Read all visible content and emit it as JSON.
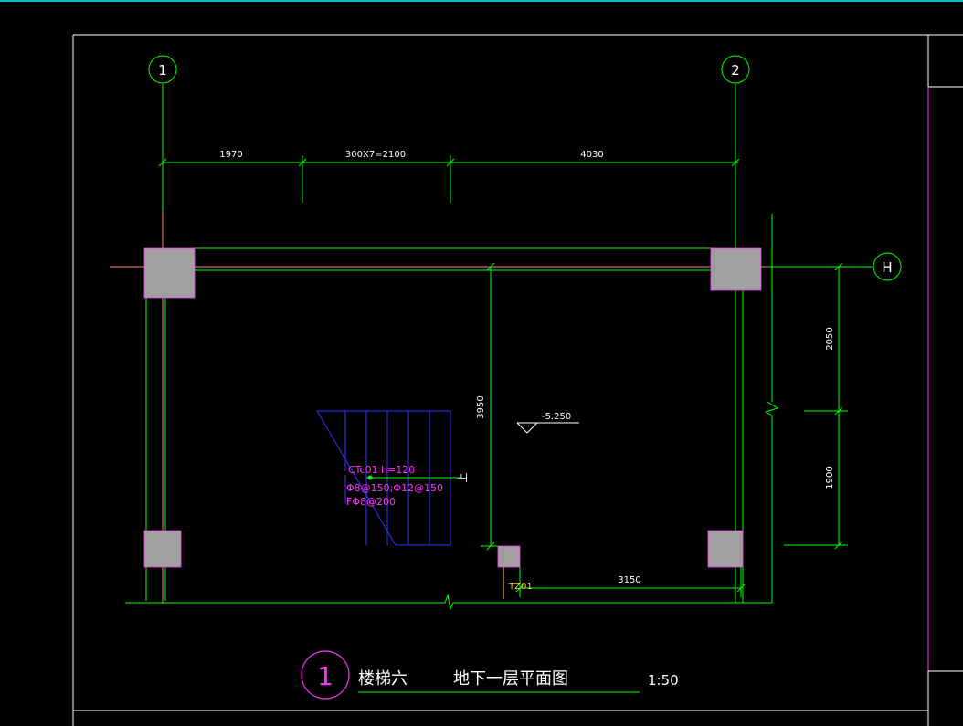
{
  "drawing": {
    "colors": {
      "background": "#000000",
      "frame": "#ffffff",
      "line_green": "#00ff00",
      "line_white": "#ffffff",
      "reference_pink": "#ff8080",
      "column_fill": "#a0a0a0",
      "text_magenta": "#ff33ff",
      "stair_blue": "#3333ff",
      "accent_cyan": "#00c0c0",
      "tag_yellow": "#ffcc33"
    },
    "axes": {
      "a1": "1",
      "a2": "2",
      "aH": "H"
    },
    "dimensions": {
      "d1970": "1970",
      "d2100": "300X7=2100",
      "d4030": "4030",
      "d2050": "2050",
      "d1900": "1900",
      "d3950": "3950",
      "d3150": "3150"
    },
    "elevation": "-5.250",
    "stair": {
      "name": "CTc01   h=120",
      "rebar_main": "Φ8@150;Φ12@150",
      "rebar_dist": "FΦ8@200",
      "direction": "上",
      "post_tag": "TZ01"
    },
    "title_block": {
      "number": "1",
      "stair_name": "楼梯六",
      "plan_name": "地下一层平面图",
      "scale": "1:50"
    }
  }
}
